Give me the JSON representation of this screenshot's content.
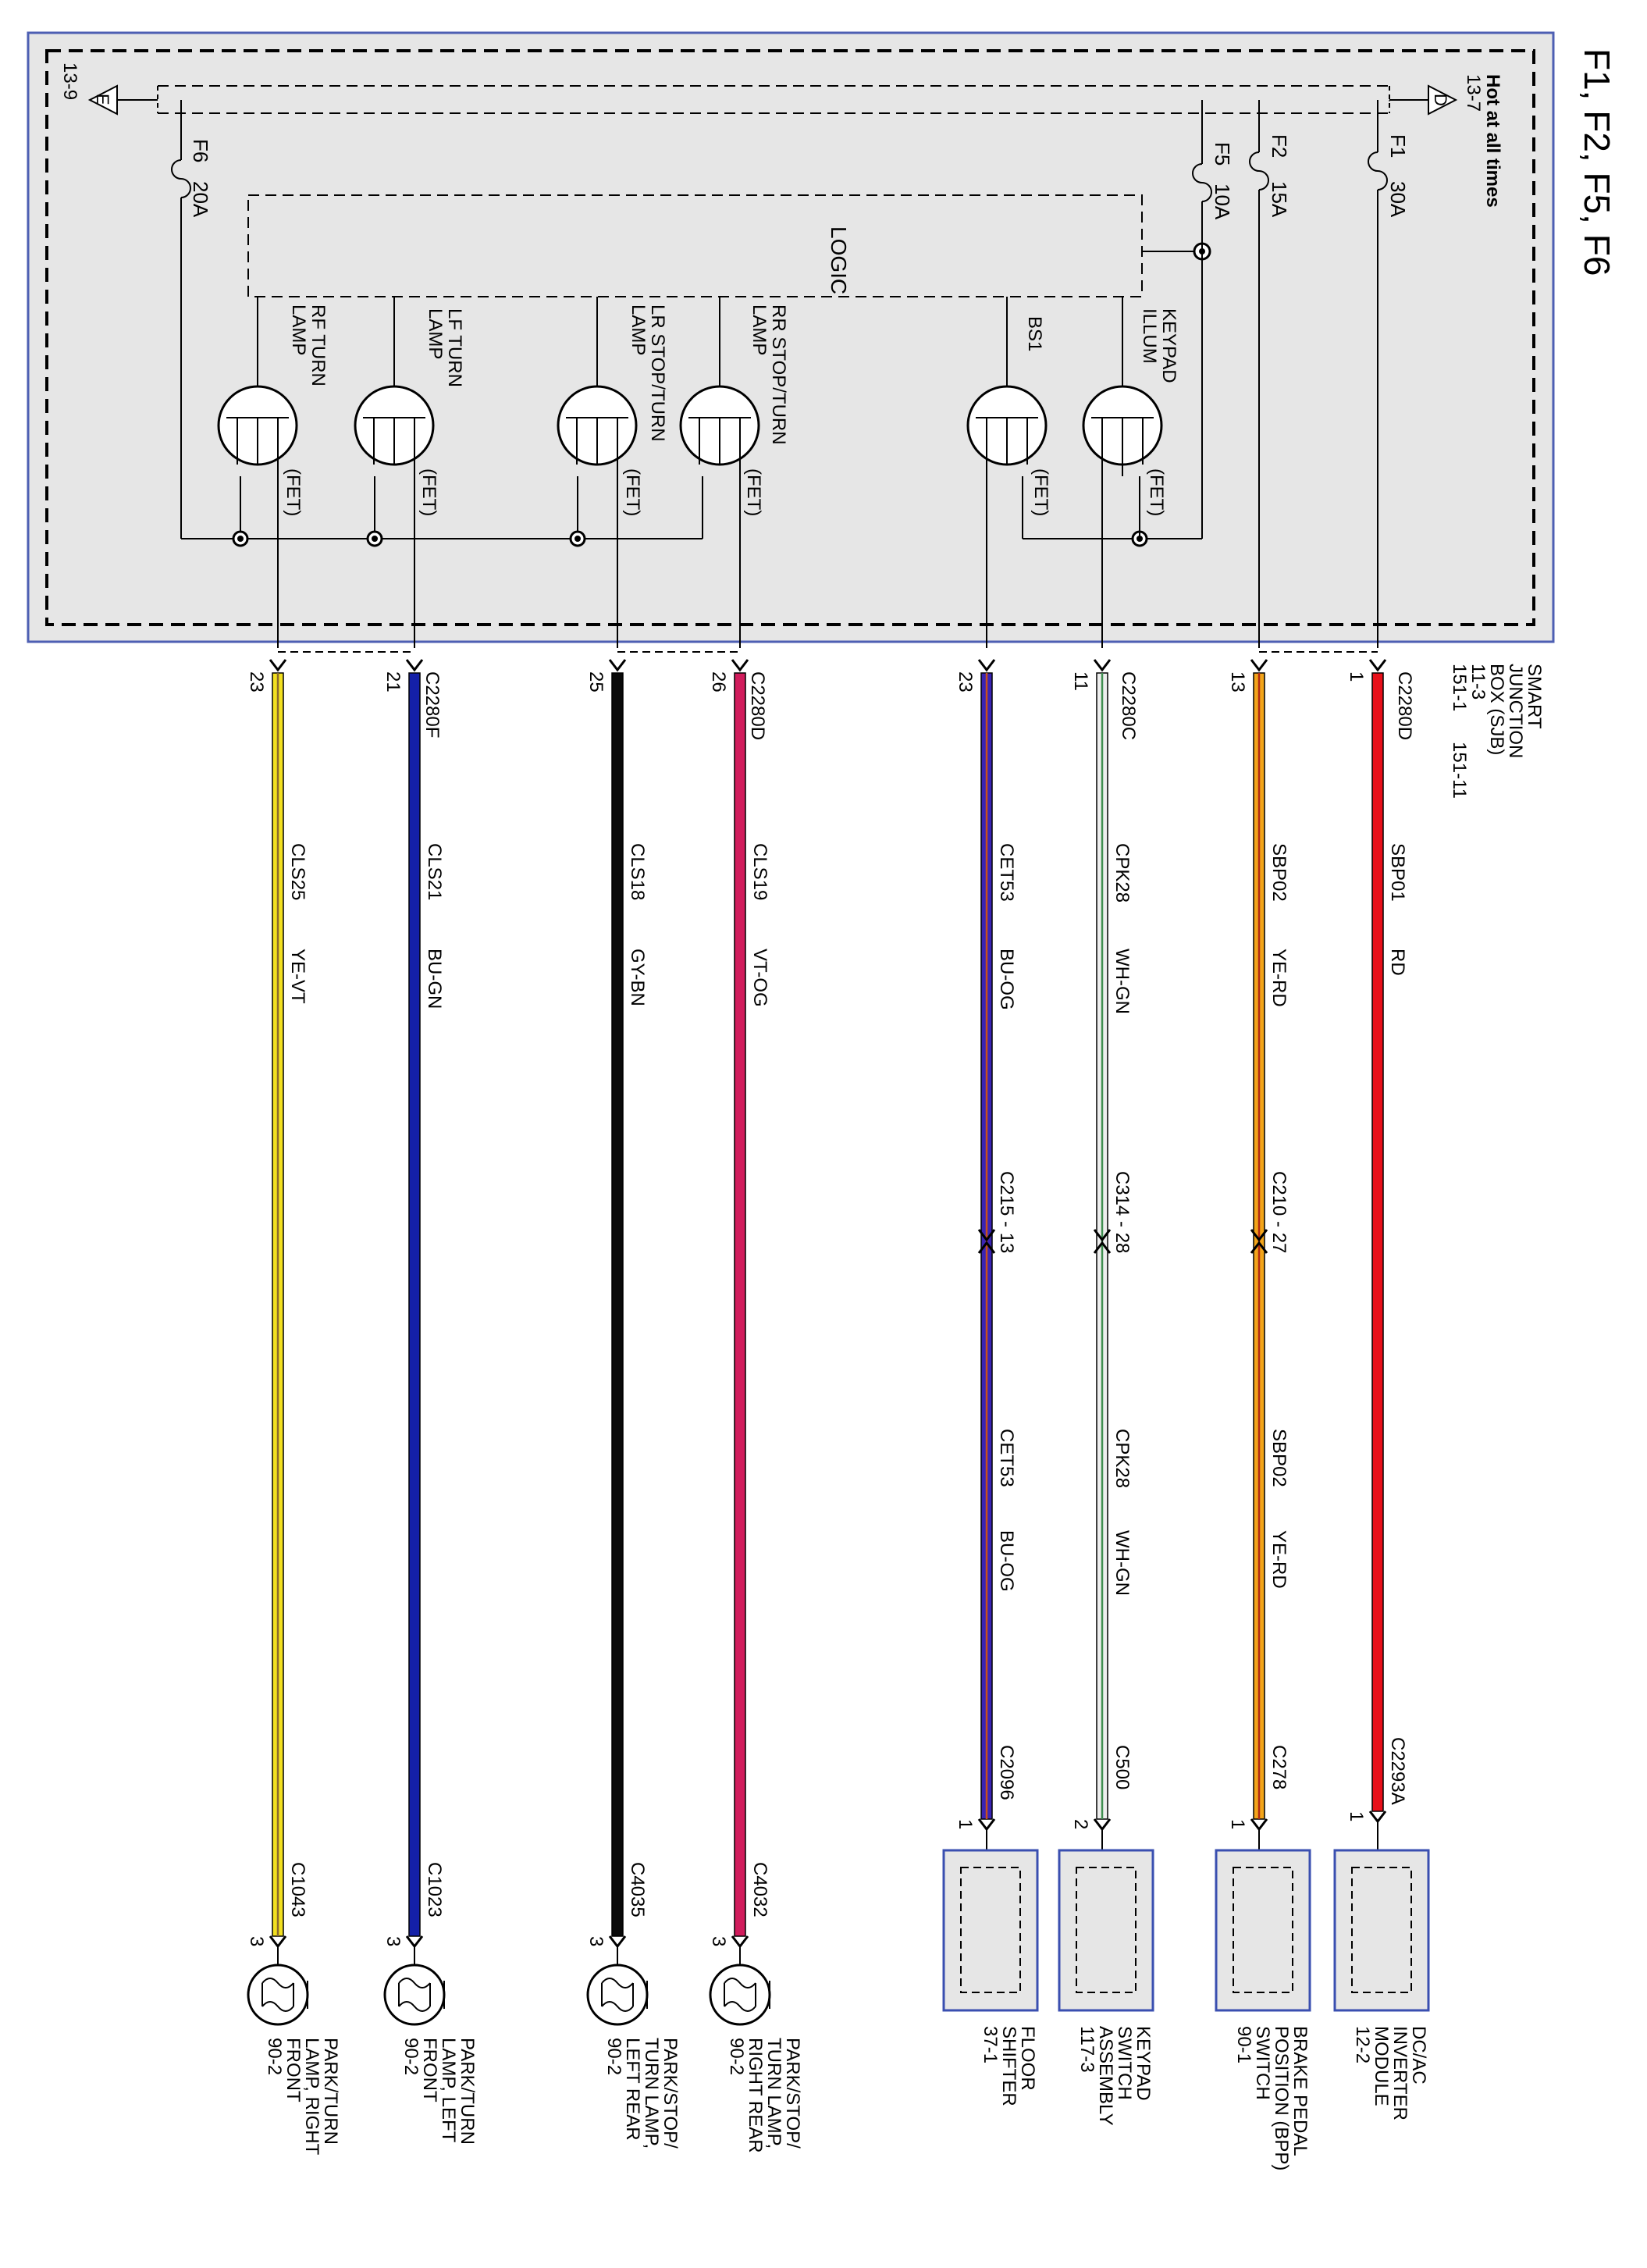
{
  "page_title": "F1, F2, F5, F6",
  "sjb": {
    "hot_label": "Hot at all times",
    "ref_top": "13-7",
    "ref_bottom": "13-9",
    "tri_top": "D",
    "tri_bottom": "E",
    "logic": "LOGIC",
    "title": [
      "SMART",
      "JUNCTION",
      "BOX (SJB)"
    ],
    "ref_a": "11-3",
    "ref_b": "151-1",
    "ref_c": "151-11"
  },
  "fuses": [
    {
      "name": "F1",
      "rating": "30A"
    },
    {
      "name": "F2",
      "rating": "15A"
    },
    {
      "name": "F5",
      "rating": "10A"
    },
    {
      "name": "F6",
      "rating": "20A"
    }
  ],
  "fets": [
    {
      "label": [
        "KEYPAD",
        "ILLUM"
      ],
      "tag": "(FET)"
    },
    {
      "label": [
        "BS1"
      ],
      "tag": "(FET)"
    },
    {
      "label": [
        "RR STOP/TURN",
        "LAMP"
      ],
      "tag": "(FET)"
    },
    {
      "label": [
        "LR STOP/TURN",
        "LAMP"
      ],
      "tag": "(FET)"
    },
    {
      "label": [
        "LF TURN",
        "LAMP"
      ],
      "tag": "(FET)"
    },
    {
      "label": [
        "RF TURN",
        "LAMP"
      ],
      "tag": "(FET)"
    }
  ],
  "connectors": {
    "c2280d": "C2280D",
    "c2280c": "C2280C",
    "c2280f": "C2280F"
  },
  "wires": [
    {
      "pin": "1",
      "circuit": "SBP01",
      "color": "RD",
      "circuit2": "",
      "color2": "",
      "inline": "",
      "end_conn": "C2293A",
      "end_pin": "1",
      "device": [
        "DC/AC",
        "INVERTER",
        "MODULE",
        "12-2"
      ],
      "stroke": "#e8101a",
      "stripe": "#e8101a"
    },
    {
      "pin": "13",
      "circuit": "SBP02",
      "color": "YE-RD",
      "circuit2": "SBP02",
      "color2": "YE-RD",
      "inline": "C210 - 27",
      "end_conn": "C278",
      "end_pin": "1",
      "device": [
        "BRAKE PEDAL",
        "POSITION (BPP)",
        "SWITCH",
        "90-1"
      ],
      "stroke": "#f2a51a",
      "stripe": "#b22a10"
    },
    {
      "pin": "11",
      "circuit": "CPK28",
      "color": "WH-GN",
      "circuit2": "CPK28",
      "color2": "WH-GN",
      "inline": "C314 - 28",
      "end_conn": "C500",
      "end_pin": "2",
      "device": [
        "KEYPAD",
        "SWITCH",
        "ASSEMBLY",
        "117-3"
      ],
      "stroke": "#eeeeee",
      "stripe": "#3f8f50"
    },
    {
      "pin": "23",
      "circuit": "CET53",
      "color": "BU-OG",
      "circuit2": "CET53",
      "color2": "BU-OG",
      "inline": "C215 - 13",
      "end_conn": "C2096",
      "end_pin": "1",
      "device": [
        "FLOOR",
        "SHIFTER",
        "37-1"
      ],
      "stroke": "#3a24b4",
      "stripe": "#c8501c"
    },
    {
      "pin": "26",
      "circuit": "CLS19",
      "color": "VT-OG",
      "circuit2": "",
      "color2": "",
      "inline": "",
      "end_conn": "C4032",
      "end_pin": "3",
      "device": [
        "PARK/STOP/",
        "TURN LAMP,",
        "RIGHT REAR",
        "90-2"
      ],
      "stroke": "#d11c5c",
      "stripe": "#d11c5c"
    },
    {
      "pin": "25",
      "circuit": "CLS18",
      "color": "GY-BN",
      "circuit2": "",
      "color2": "",
      "inline": "",
      "end_conn": "C4035",
      "end_pin": "3",
      "device": [
        "PARK/STOP/",
        "TURN LAMP,",
        "LEFT REAR",
        "90-2"
      ],
      "stroke": "#0a0a0a",
      "stripe": "#0a0a0a"
    },
    {
      "pin": "21",
      "circuit": "CLS21",
      "color": "BU-GN",
      "circuit2": "",
      "color2": "",
      "inline": "",
      "end_conn": "C1023",
      "end_pin": "3",
      "device": [
        "PARK/TURN",
        "LAMP, LEFT",
        "FRONT",
        "90-2"
      ],
      "stroke": "#1420a8",
      "stripe": "#1420a8"
    },
    {
      "pin": "23",
      "circuit": "CLS25",
      "color": "YE-VT",
      "circuit2": "",
      "color2": "",
      "inline": "",
      "end_conn": "C1043",
      "end_pin": "3",
      "device": [
        "PARK/TURN",
        "LAMP, RIGHT",
        "FRONT",
        "90-2"
      ],
      "stroke": "#f2e020",
      "stripe": "#8a6a2a"
    }
  ],
  "colors": {
    "sjb_fill": "#e6e6e6",
    "sjb_border": "#4d5fb3",
    "module_fill": "#e6e6e6",
    "module_border": "#3a4fb0"
  }
}
